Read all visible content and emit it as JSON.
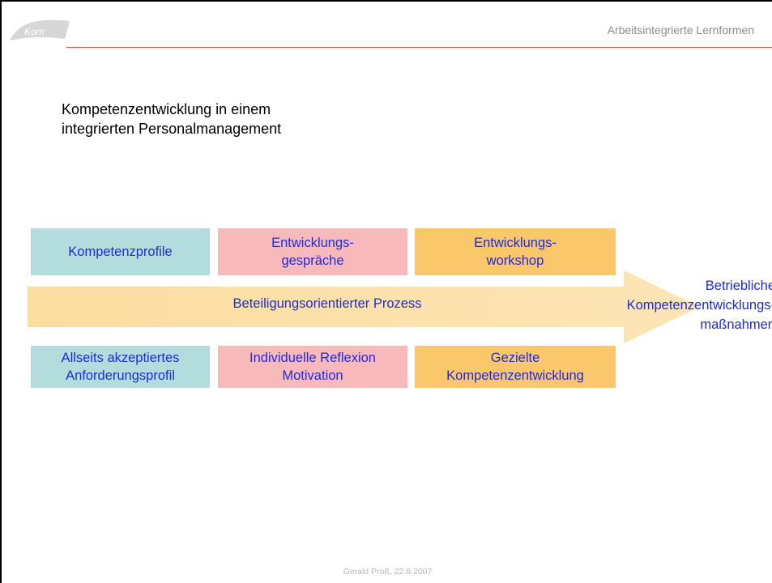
{
  "header": {
    "logo_text": "Kom",
    "title": "Arbeitsintegrierte Lernformen"
  },
  "slide": {
    "title_line1": "Kompetenzentwicklung in einem",
    "title_line2": "integrierten Personalmanagement"
  },
  "diagram": {
    "top_boxes": [
      {
        "lines": [
          "Kompetenzprofile"
        ],
        "color": "#b3dcdc"
      },
      {
        "lines": [
          "Entwicklungs-",
          "gespräche"
        ],
        "color": "#f8b9ba"
      },
      {
        "lines": [
          "Entwicklungs-",
          "workshop"
        ],
        "color": "#fac86a"
      }
    ],
    "arrow_label": "Beteiligungsorientierter Prozess",
    "bottom_boxes": [
      {
        "lines": [
          "Allseits akzeptiertes",
          "Anforderungsprofil"
        ],
        "color": "#b3dcdc"
      },
      {
        "lines": [
          "Individuelle Reflexion",
          "Motivation"
        ],
        "color": "#f8b9ba"
      },
      {
        "lines": [
          "Gezielte",
          "Kompetenzentwicklung"
        ],
        "color": "#fac86a"
      }
    ],
    "outcome_lines": [
      "Betriebliche",
      "Kompetenzentwicklungs-",
      "maßnahmen"
    ],
    "text_color": "#1f2bd6"
  },
  "footer": {
    "text": "Gerald Proß, 22.8.2007"
  }
}
